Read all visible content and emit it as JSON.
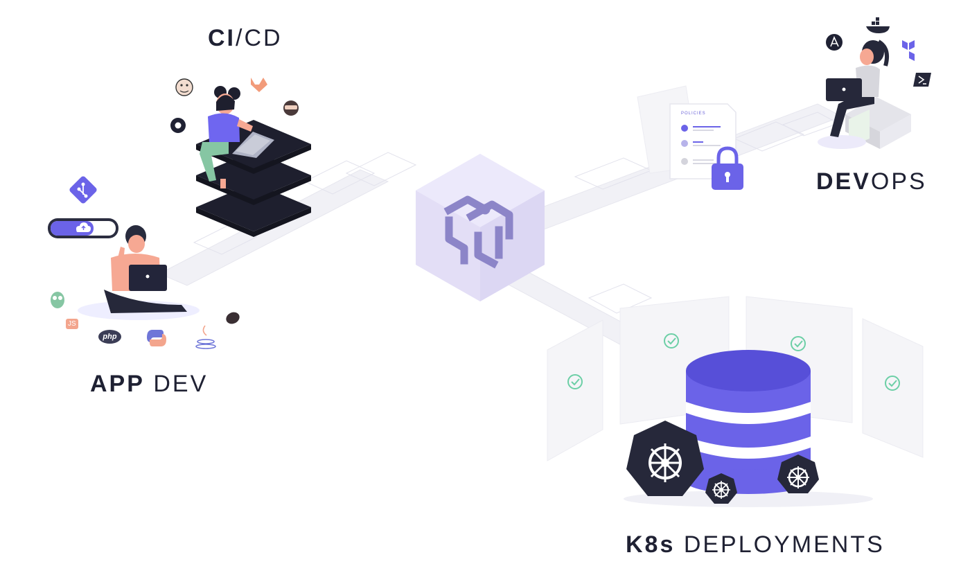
{
  "headings": {
    "cicd": {
      "strong": "CI",
      "light": "/CD"
    },
    "app_dev": {
      "strong": "APP",
      "light": " DEV"
    },
    "devops": {
      "strong": "DEV",
      "light": "OPS"
    },
    "k8s": {
      "strong": "K8s",
      "light": " DEPLOYMENTS"
    }
  },
  "badges": {
    "js": "JS",
    "php": "php",
    "policies": "POLICIES"
  },
  "icons": {
    "center": "cube-logo-icon",
    "git": "git-icon",
    "upload_toggle": "cloud-upload-toggle-icon",
    "jenkins": "jenkins-icon",
    "gitlab": "gitlab-icon",
    "circleci": "circleci-icon",
    "codecov": "masked-bot-icon",
    "python": "python-icon",
    "java": "java-icon",
    "owl": "owl-icon",
    "ansible": "ansible-icon",
    "docker": "docker-icon",
    "terraform": "terraform-icon",
    "terminal": "terminal-icon",
    "lock": "lock-icon",
    "kubernetes": "kubernetes-icon",
    "check": "check-circle-icon"
  },
  "colors": {
    "accent": "#6b63e8",
    "dark": "#262a3b",
    "cube": "#e4e0f7",
    "check": "#6ccfa6",
    "text": "#1f2133"
  }
}
